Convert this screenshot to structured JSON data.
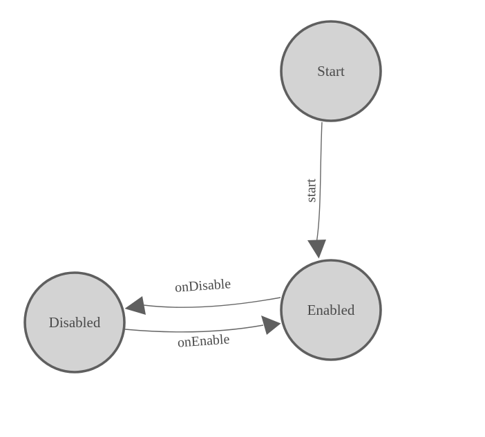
{
  "colors": {
    "background": "#ffffff",
    "nodeFill": "#d3d3d3",
    "nodeStroke": "#5f5f5f",
    "edgeColor": "#666666",
    "arrowColor": "#5f5f5f",
    "labelColor": "#4a4a4a"
  },
  "diagram": {
    "type": "state-machine-graph",
    "nodes": [
      {
        "id": "start",
        "label": "Start"
      },
      {
        "id": "enabled",
        "label": "Enabled"
      },
      {
        "id": "disabled",
        "label": "Disabled"
      }
    ],
    "edges": [
      {
        "from": "Start",
        "to": "Enabled",
        "label": "start"
      },
      {
        "from": "Enabled",
        "to": "Disabled",
        "label": "onDisable"
      },
      {
        "from": "Disabled",
        "to": "Enabled",
        "label": "onEnable"
      }
    ]
  }
}
